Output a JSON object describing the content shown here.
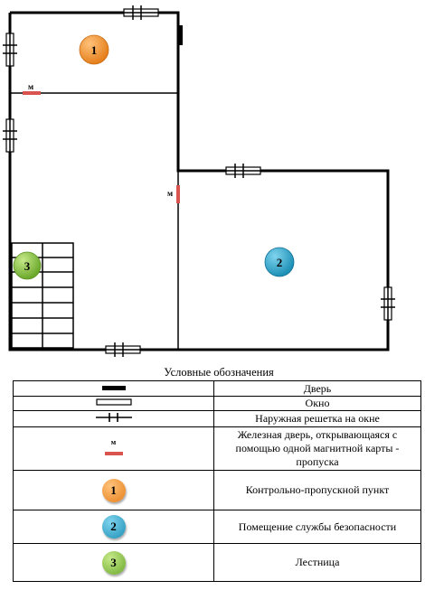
{
  "markers": {
    "m": "м",
    "room1": "1",
    "room2": "2",
    "room3": "3"
  },
  "colors": {
    "room1": "#f29a38",
    "room2": "#2aa8c8",
    "room3": "#8cc63f",
    "magnetic_door": "#d9534f"
  },
  "legend": {
    "title": "Условные обозначения",
    "rows": [
      {
        "symbol": "door",
        "text": "Дверь"
      },
      {
        "symbol": "window",
        "text": "Окно"
      },
      {
        "symbol": "grate",
        "text": "Наружная решетка на окне"
      },
      {
        "symbol": "magnetic-door",
        "text": "Железная дверь, открывающаяся с помощью одной магнитной карты - пропуска"
      },
      {
        "symbol": "circle-1",
        "text": "Контрольно-пропускной пункт"
      },
      {
        "symbol": "circle-2",
        "text": "Помещение службы безопасности"
      },
      {
        "symbol": "circle-3",
        "text": "Лестница"
      }
    ]
  }
}
